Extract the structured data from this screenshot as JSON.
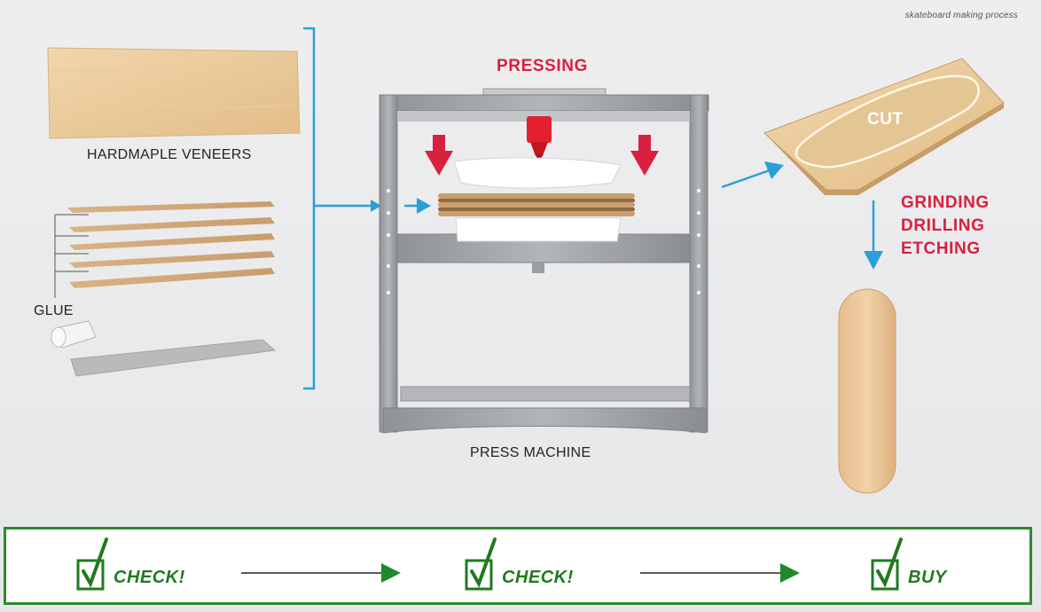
{
  "caption": "skateboard making process",
  "labels": {
    "veneers": "HARDMAPLE VENEERS",
    "glue": "GLUE",
    "pressing": "PRESSING",
    "press_machine": "PRESS MACHINE",
    "cut": "CUT",
    "finishing": [
      "GRINDING",
      "DRILLING",
      "ETCHING"
    ]
  },
  "steps": [
    {
      "label": "CHECK!"
    },
    {
      "label": "CHECK!"
    },
    {
      "label": "BUY"
    }
  ],
  "colors": {
    "accent_blue": "#2a9fd8",
    "accent_red": "#d8213f",
    "check_green": "#1f7a1f",
    "wood": "#e8c99a"
  },
  "icons": [
    "check-box-icon",
    "arrow-right-icon",
    "arrow-down-icon",
    "press-arrow-icon"
  ]
}
